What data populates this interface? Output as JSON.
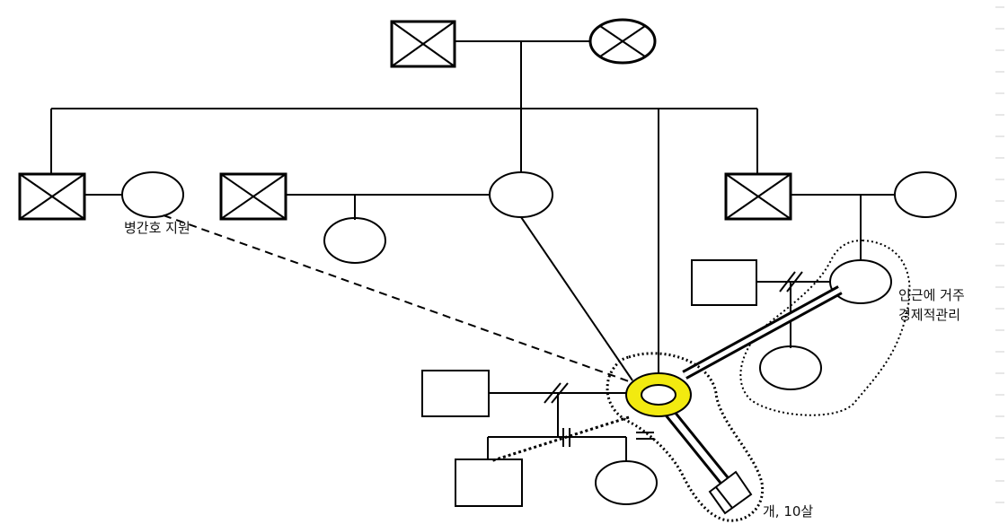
{
  "labels": {
    "nurse_support": "병간호 지원",
    "nearby_line1": "인근에 거주",
    "nearby_line2": "경제적관리",
    "dog": "개, 10살"
  },
  "colors": {
    "line": "#000000",
    "client_highlight": "#f2ea10"
  }
}
